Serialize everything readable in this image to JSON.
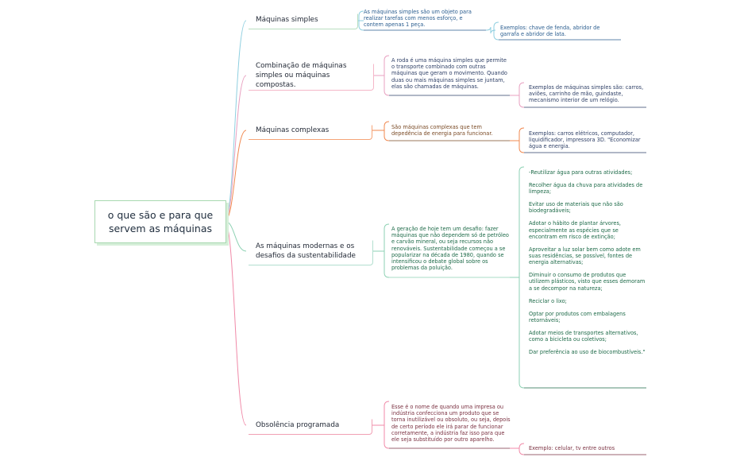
{
  "root": {
    "title": "o que são e para que servem as máquinas"
  },
  "topics": [
    {
      "label": "Máquinas simples",
      "note": "As máquinas simples são um objeto para realizar tarefas com menos esforço, e contem apenas 1 peça.",
      "subnote": "Exemplos: chave de fenda, abridor de garrafa e abridor de lata.",
      "color": "#8fcfe0"
    },
    {
      "label": "Combinação de máquinas simples ou máquinas compostas.",
      "note": "A roda é uma máquina simples que permite o transporte combinado com outras máquinas que geram o movimento. Quando duas ou mais máquinas simples se juntam, elas são chamadas de máquinas.",
      "subnote": "Exemplos de máquinas simples são: carros, aviões, carrinho de mão, guindaste, mecanismo interior de um relógio.",
      "color": "#e8a0c0"
    },
    {
      "label": "Máquinas complexas",
      "note": "São máquinas complexas que tem depedência  de energia para funcionar.",
      "subnote": "Exemplos: carros elétricos, computador, liquidificador, impressora 3D. \"Economizar água e energia.",
      "color": "#f0884f"
    },
    {
      "label": "As máquinas modernas e os desafios da sustentabilidade",
      "note": "A geração de hoje tem um desafio: fazer máquinas que não dependem só de petróleo e carvão mineral, ou seja recursos não renováveis. Sustentabilidade começou a se popularizar na década de 1980, quando se intensificou o debate global sobre os problemas da poluição.",
      "sublist": [
        "-Reutilizar água para outras atividades;",
        "Recolher água da chuva para atividades de limpeza;",
        "Evitar uso de materiais que não são biodegradáveis;",
        "Adotar o hábito de plantar árvores, especialmente as espécies que se encontram em risco de extinção;",
        "Aproveitar a luz solar bem como adote em suas residências, se possível, fontes de energia alternativas;",
        "Diminuir o consumo de produtos que utilizem plásticos, visto que esses demoram a se decompor na natureza;",
        "Reciclar o lixo;",
        "Optar por produtos com embalagens retornáveis;",
        "Adotar meios de transportes alternativos, como a bicicleta ou coletivos;",
        "Dar preferência ao uso de biocombustíveis.\""
      ],
      "color": "#8ed2b4"
    },
    {
      "label": "Obsolência programada",
      "note": "Esse é o nome de quando uma impresa ou indústria confecciona um produto que se torna inutilizável ou obsoluto, ou seja, depois de certo período ele irá parar de funcionar corretamente, a indústria faz isso para que ele seja substituído por outro aparelho.",
      "subnote": "Exemplo: celular, tv entre outros",
      "color": "#f08aa8"
    }
  ]
}
